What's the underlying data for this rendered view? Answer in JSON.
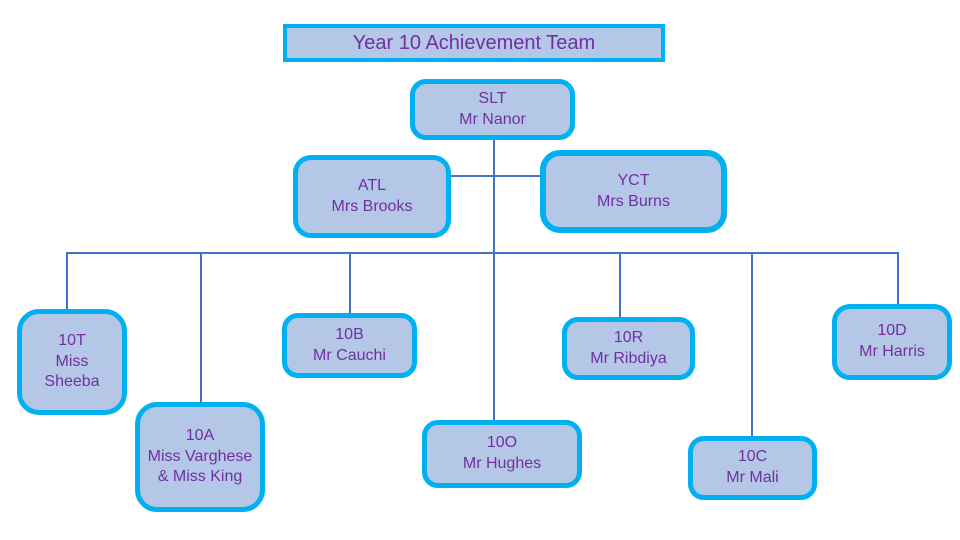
{
  "title": "Year 10 Achievement Team",
  "palette": {
    "background": "#ffffff",
    "box_fill": "#b4c7e7",
    "box_border": "#00b0f0",
    "text_color": "#7030a0",
    "connector_color": "#4472c4"
  },
  "nodes": {
    "slt": {
      "lines": [
        "SLT",
        "Mr Nanor"
      ]
    },
    "atl": {
      "lines": [
        "ATL",
        "Mrs Brooks"
      ]
    },
    "yct": {
      "lines": [
        "YCT",
        "Mrs Burns"
      ]
    },
    "c10t": {
      "lines": [
        "10T",
        "Miss",
        "Sheeba"
      ]
    },
    "c10a": {
      "lines": [
        "10A",
        "Miss Varghese",
        "& Miss King"
      ]
    },
    "c10b": {
      "lines": [
        "10B",
        "Mr Cauchi"
      ]
    },
    "c10o": {
      "lines": [
        "10O",
        "Mr Hughes"
      ]
    },
    "c10r": {
      "lines": [
        "10R",
        "Mr Ribdiya"
      ]
    },
    "c10c": {
      "lines": [
        "10C",
        "Mr Mali"
      ]
    },
    "c10d": {
      "lines": [
        "10D",
        "Mr Harris"
      ]
    }
  },
  "edges": [
    [
      "slt",
      "atl"
    ],
    [
      "slt",
      "yct"
    ],
    [
      "slt",
      "c10t"
    ],
    [
      "slt",
      "c10a"
    ],
    [
      "slt",
      "c10b"
    ],
    [
      "slt",
      "c10o"
    ],
    [
      "slt",
      "c10r"
    ],
    [
      "slt",
      "c10c"
    ],
    [
      "slt",
      "c10d"
    ]
  ]
}
